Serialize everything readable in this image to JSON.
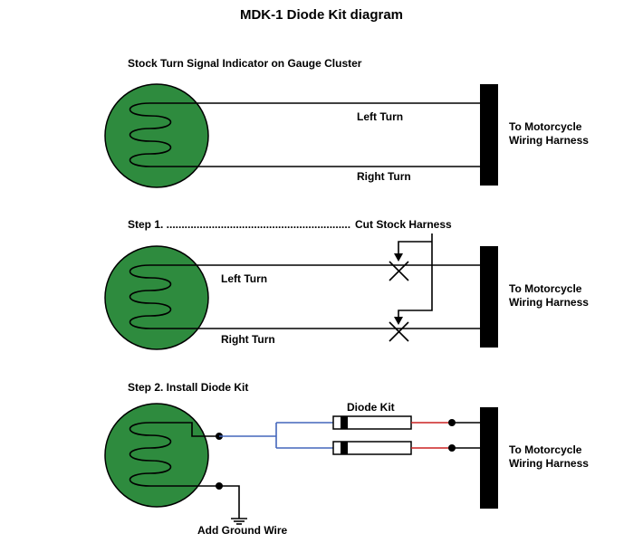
{
  "title": "MDK-1 Diode Kit diagram",
  "colors": {
    "indicator_fill": "#2e8b3e",
    "blue_wire": "#4466bb",
    "red_wire": "#cc2222",
    "harness": "#000000"
  },
  "section1": {
    "heading": "Stock Turn Signal Indicator on Gauge Cluster",
    "left_turn": "Left Turn",
    "right_turn": "Right Turn",
    "harness_line1": "To Motorcycle",
    "harness_line2": "Wiring Harness"
  },
  "section2": {
    "heading": "Step 1. .............................................................",
    "action": "Cut Stock Harness",
    "left_turn": "Left Turn",
    "right_turn": "Right Turn",
    "harness_line1": "To Motorcycle",
    "harness_line2": "Wiring Harness"
  },
  "section3": {
    "heading": "Step 2. Install Diode Kit",
    "diode_label": "Diode Kit",
    "ground_label": "Add Ground Wire",
    "harness_line1": "To Motorcycle",
    "harness_line2": "Wiring Harness"
  }
}
